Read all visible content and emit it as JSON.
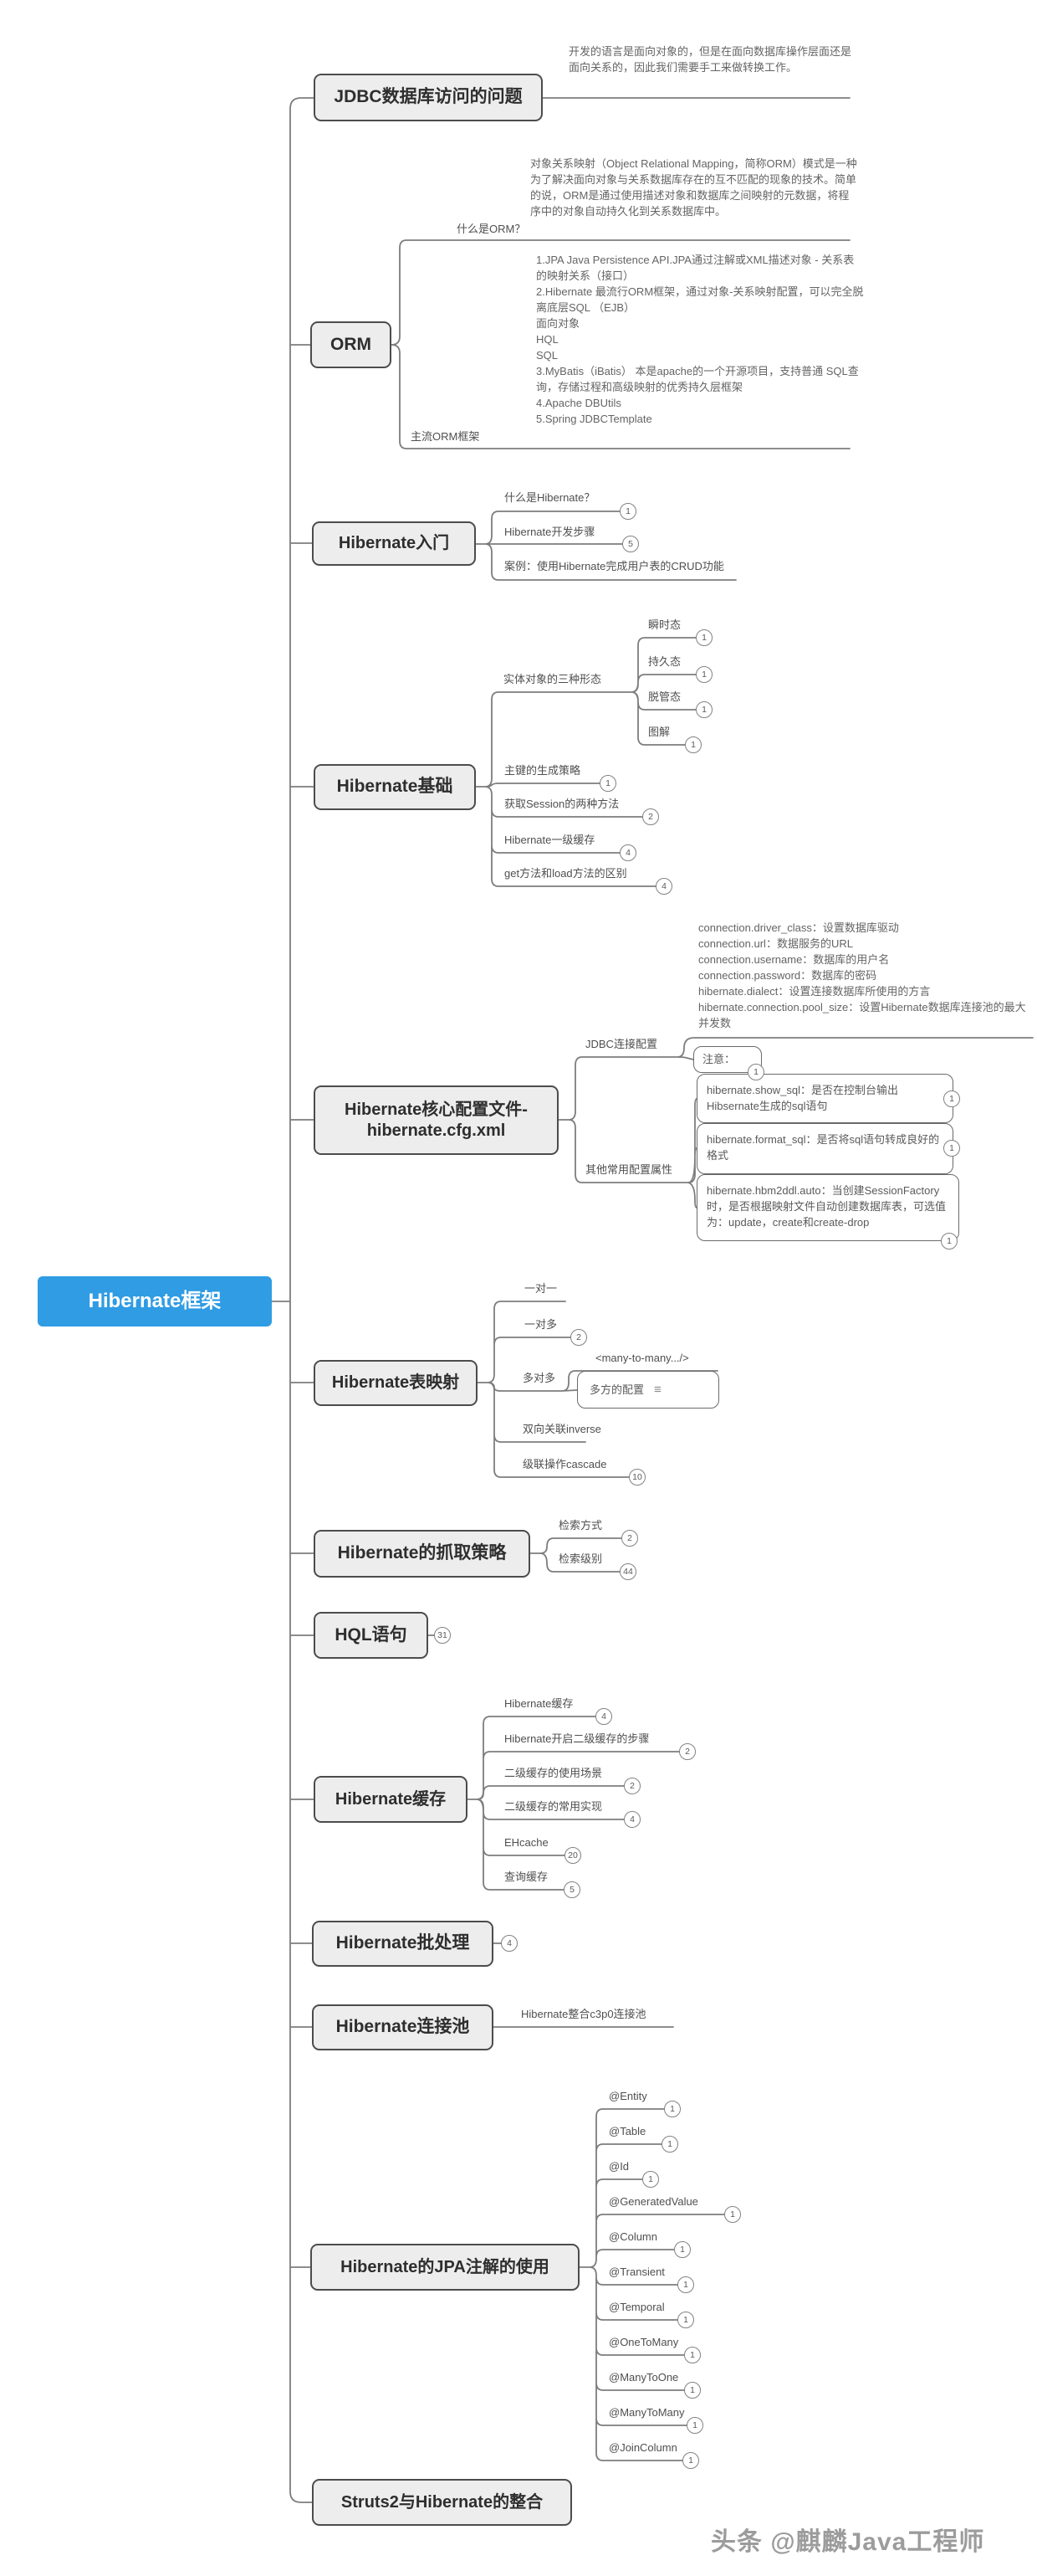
{
  "root": {
    "label": "Hibernate框架"
  },
  "watermark": {
    "text": "头条 @麒麟Java工程师"
  },
  "icons": {
    "notes": "≡"
  },
  "topics": {
    "jdbc": {
      "label": "JDBC数据库访问的问题",
      "note": "开发的语言是面向对象的，但是在面向数据库操作层面还是面向关系的，因此我们需要手工来做转换工作。"
    },
    "orm": {
      "label": "ORM",
      "what": {
        "label": "什么是ORM？",
        "note": "对象关系映射（Object Relational Mapping，简称ORM）模式是一种为了解决面向对象与关系数据库存在的互不匹配的现象的技术。简单的说，ORM是通过使用描述对象和数据库之间映射的元数据，将程序中的对象自动持久化到关系数据库中。"
      },
      "frameworks": {
        "label": "主流ORM框架",
        "note": "1.JPA Java Persistence API.JPA通过注解或XML描述对象 - 关系表的映射关系（接口）\n2.Hibernate 最流行ORM框架，通过对象-关系映射配置，可以完全脱离底层SQL （EJB）\n面向对象\nHQL\nSQL\n3.MyBatis（iBatis） 本是apache的一个开源项目，支持普通 SQL查询，存储过程和高级映射的优秀持久层框架\n4.Apache DBUtils\n5.Spring JDBCTemplate"
      }
    },
    "intro": {
      "label": "Hibernate入门",
      "items": [
        {
          "label": "什么是Hibernate？",
          "badge": "1"
        },
        {
          "label": "Hibernate开发步骤",
          "badge": "5"
        },
        {
          "label": "案例：使用Hibernate完成用户表的CRUD功能"
        }
      ]
    },
    "basics": {
      "label": "Hibernate基础",
      "entity": {
        "label": "实体对象的三种形态",
        "items": [
          {
            "label": "瞬时态",
            "badge": "1"
          },
          {
            "label": "持久态",
            "badge": "1"
          },
          {
            "label": "脱管态",
            "badge": "1"
          },
          {
            "label": "图解",
            "badge": "1"
          }
        ]
      },
      "items": [
        {
          "label": "主键的生成策略",
          "badge": "1"
        },
        {
          "label": "获取Session的两种方法",
          "badge": "2"
        },
        {
          "label": "Hibernate一级缓存",
          "badge": "4"
        },
        {
          "label": "get方法和load方法的区别",
          "badge": "4"
        }
      ]
    },
    "config": {
      "label": "Hibernate核心配置文件-\nhibernate.cfg.xml",
      "jdbc_conn": {
        "label": "JDBC连接配置",
        "note": "connection.driver_class：设置数据库驱动\nconnection.url：数据服务的URL\nconnection.username：数据库的用户名\nconnection.password：数据库的密码\nhibernate.dialect：设置连接数据库所使用的方言\nhibernate.connection.pool_size：设置Hibernate数据库连接池的最大并发数",
        "notice": {
          "label": "注意：",
          "badge": "1"
        }
      },
      "other": {
        "label": "其他常用配置属性",
        "boxes": [
          {
            "text": "hibernate.show_sql：是否在控制台输出Hibsernate生成的sql语句",
            "badge": "1"
          },
          {
            "text": "hibernate.format_sql：是否将sql语句转成良好的格式",
            "badge": "1"
          },
          {
            "text": "hibernate.hbm2ddl.auto：当创建SessionFactory时，是否根据映射文件自动创建数据库表，可选值为：update，create和create-drop",
            "badge": "1"
          }
        ]
      }
    },
    "mapping": {
      "label": "Hibernate表映射",
      "items": [
        {
          "label": "一对一"
        },
        {
          "label": "一对多",
          "badge": "2"
        },
        {
          "label": "多对多"
        },
        {
          "label": "双向关联inverse"
        },
        {
          "label": "级联操作cascade",
          "badge": "10"
        }
      ],
      "many": {
        "tag": "<many-to-many.../>",
        "box_label": "多方的配置"
      }
    },
    "fetch": {
      "label": "Hibernate的抓取策略",
      "items": [
        {
          "label": "检索方式",
          "badge": "2"
        },
        {
          "label": "检索级别",
          "badge": "44"
        }
      ]
    },
    "hql": {
      "label": "HQL语句",
      "badge": "31"
    },
    "cache": {
      "label": "Hibernate缓存",
      "items": [
        {
          "label": "Hibernate缓存",
          "badge": "4"
        },
        {
          "label": "Hibernate开启二级缓存的步骤",
          "badge": "2"
        },
        {
          "label": "二级缓存的使用场景",
          "badge": "2"
        },
        {
          "label": "二级缓存的常用实现",
          "badge": "4"
        },
        {
          "label": "EHcache",
          "badge": "20"
        },
        {
          "label": "查询缓存",
          "badge": "5"
        }
      ]
    },
    "batch": {
      "label": "Hibernate批处理",
      "badge": "4"
    },
    "pool": {
      "label": "Hibernate连接池",
      "item": "Hibernate整合c3p0连接池"
    },
    "jpa": {
      "label": "Hibernate的JPA注解的使用",
      "items": [
        {
          "label": "@Entity",
          "badge": "1"
        },
        {
          "label": "@Table",
          "badge": "1"
        },
        {
          "label": "@Id",
          "badge": "1"
        },
        {
          "label": "@GeneratedValue",
          "badge": "1"
        },
        {
          "label": "@Column",
          "badge": "1"
        },
        {
          "label": "@Transient",
          "badge": "1"
        },
        {
          "label": "@Temporal",
          "badge": "1"
        },
        {
          "label": "@OneToMany",
          "badge": "1"
        },
        {
          "label": "@ManyToOne",
          "badge": "1"
        },
        {
          "label": "@ManyToMany",
          "badge": "1"
        },
        {
          "label": "@JoinColumn",
          "badge": "1"
        }
      ]
    },
    "struts": {
      "label": "Struts2与Hibernate的整合"
    }
  }
}
